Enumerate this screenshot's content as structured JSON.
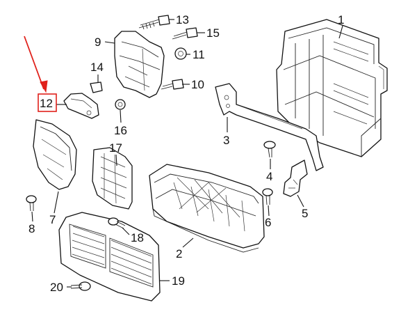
{
  "labels": {
    "p1": "1",
    "p2": "2",
    "p3": "3",
    "p4": "4",
    "p5": "5",
    "p6": "6",
    "p7": "7",
    "p8": "8",
    "p9": "9",
    "p10": "10",
    "p11": "11",
    "p12": "12",
    "p13": "13",
    "p14": "14",
    "p15": "15",
    "p16": "16",
    "p17": "17",
    "p18": "18",
    "p19": "19",
    "p20": "20"
  },
  "highlight": {
    "part": "12",
    "color": "#e0211b"
  },
  "colors": {
    "line": "#111111",
    "background": "#ffffff"
  }
}
